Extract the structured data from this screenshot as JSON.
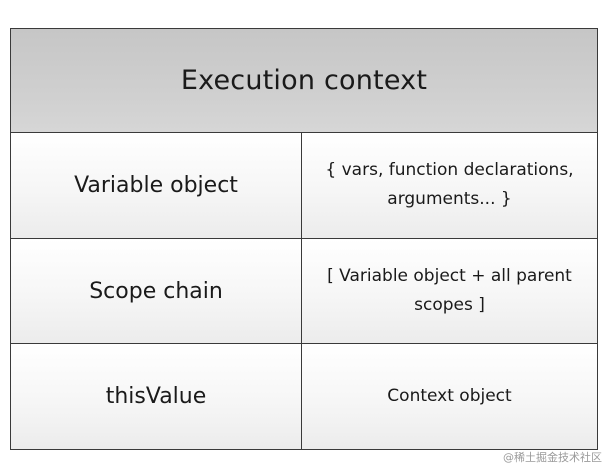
{
  "diagram": {
    "title": "Execution context",
    "rows": [
      {
        "label": "Variable object",
        "value_lines": [
          "{ vars, function declarations,",
          "arguments... }"
        ]
      },
      {
        "label": "Scope chain",
        "value_lines": [
          "[ Variable object + all parent",
          "scopes ]"
        ]
      },
      {
        "label": "thisValue",
        "value_lines": [
          "Context object"
        ]
      }
    ]
  },
  "watermark": "@稀土掘金技术社区"
}
